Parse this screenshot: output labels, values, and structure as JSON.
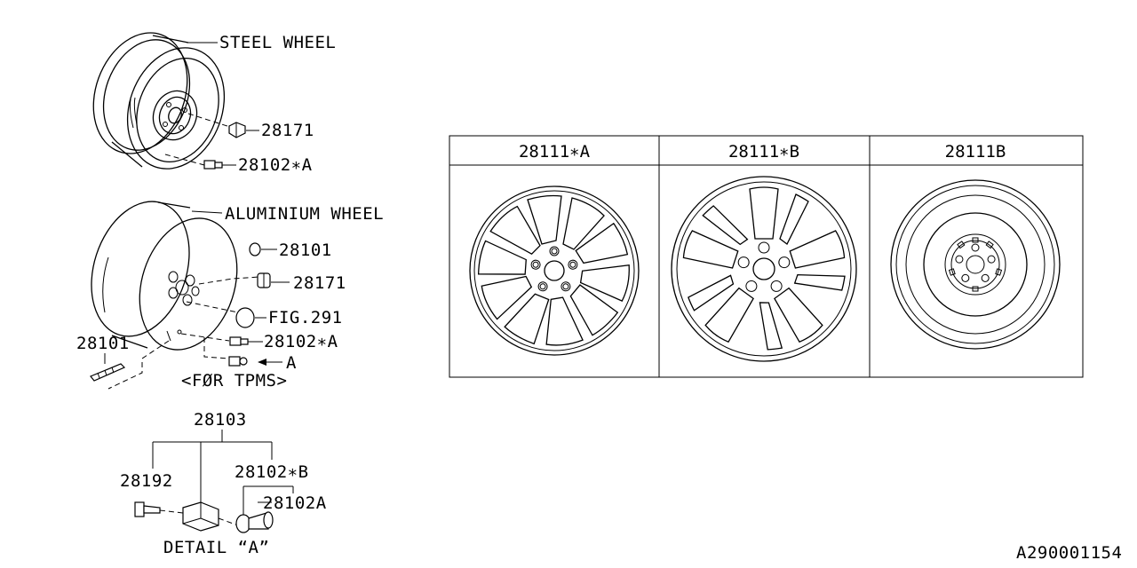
{
  "labels": {
    "steel_wheel": "STEEL WHEEL",
    "steel_nut": "28171",
    "steel_valve": "28102∗A",
    "aluminium_wheel": "ALUMINIUM WHEEL",
    "al_cap": "28101",
    "al_nut": "28171",
    "al_center_cap": "FIG.291",
    "al_valve": "28102∗A",
    "weight": "28101",
    "arrow_a": "A",
    "for_tpms": "<FØR TPMS>",
    "sensor_assy": "28103",
    "sensor_screw": "28192",
    "valve_b": "28102∗B",
    "valve_a": "28102A",
    "detail_a": "DETAIL “A”",
    "diagram_id": "A290001154"
  },
  "table": {
    "headers": [
      "28111∗A",
      "28111∗B",
      "28111B"
    ]
  }
}
